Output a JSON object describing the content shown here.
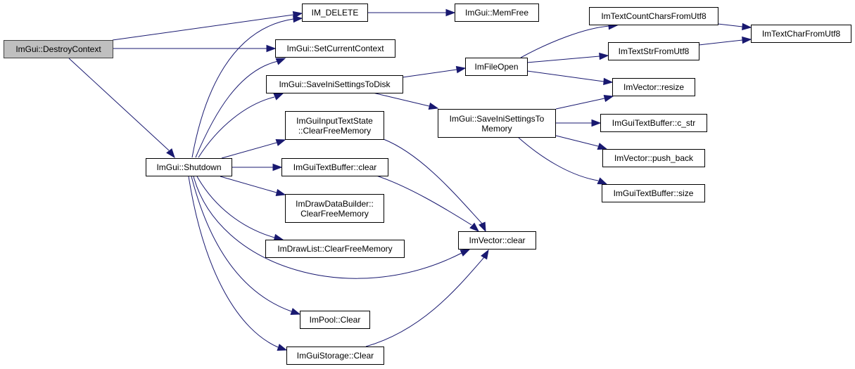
{
  "graph": {
    "title": "Call graph of ImGui::DestroyContext",
    "edge_color": "#191970",
    "root_fill": "#bfbfbf",
    "nodes": [
      {
        "id": "destroy_context",
        "label": "ImGui::DestroyContext",
        "root": true
      },
      {
        "id": "im_delete",
        "label": "IM_DELETE"
      },
      {
        "id": "memfree",
        "label": "ImGui::MemFree"
      },
      {
        "id": "set_current_context",
        "label": "ImGui::SetCurrentContext"
      },
      {
        "id": "save_ini_disk",
        "label": "ImGui::SaveIniSettingsToDisk"
      },
      {
        "id": "shutdown",
        "label": "ImGui::Shutdown"
      },
      {
        "id": "inputtext_clearfree",
        "label": "ImGuiInputTextState\n::ClearFreeMemory"
      },
      {
        "id": "textbuffer_clear",
        "label": "ImGuiTextBuffer::clear"
      },
      {
        "id": "drawdatabuilder_clearfree",
        "label": "ImDrawDataBuilder::\nClearFreeMemory"
      },
      {
        "id": "drawlist_clearfree",
        "label": "ImDrawList::ClearFreeMemory"
      },
      {
        "id": "impool_clear",
        "label": "ImPool::Clear"
      },
      {
        "id": "storage_clear",
        "label": "ImGuiStorage::Clear"
      },
      {
        "id": "imfileopen",
        "label": "ImFileOpen"
      },
      {
        "id": "save_ini_memory",
        "label": "ImGui::SaveIniSettingsTo\nMemory"
      },
      {
        "id": "vector_clear",
        "label": "ImVector::clear"
      },
      {
        "id": "count_chars_utf8",
        "label": "ImTextCountCharsFromUtf8"
      },
      {
        "id": "char_from_utf8",
        "label": "ImTextCharFromUtf8"
      },
      {
        "id": "str_from_utf8",
        "label": "ImTextStrFromUtf8"
      },
      {
        "id": "vector_resize",
        "label": "ImVector::resize"
      },
      {
        "id": "textbuffer_cstr",
        "label": "ImGuiTextBuffer::c_str"
      },
      {
        "id": "vector_push_back",
        "label": "ImVector::push_back"
      },
      {
        "id": "textbuffer_size",
        "label": "ImGuiTextBuffer::size"
      }
    ],
    "edges": [
      [
        "destroy_context",
        "im_delete"
      ],
      [
        "destroy_context",
        "set_current_context"
      ],
      [
        "destroy_context",
        "shutdown"
      ],
      [
        "im_delete",
        "memfree"
      ],
      [
        "shutdown",
        "im_delete"
      ],
      [
        "shutdown",
        "set_current_context"
      ],
      [
        "shutdown",
        "save_ini_disk"
      ],
      [
        "shutdown",
        "inputtext_clearfree"
      ],
      [
        "shutdown",
        "textbuffer_clear"
      ],
      [
        "shutdown",
        "drawdatabuilder_clearfree"
      ],
      [
        "shutdown",
        "drawlist_clearfree"
      ],
      [
        "shutdown",
        "vector_clear"
      ],
      [
        "shutdown",
        "impool_clear"
      ],
      [
        "shutdown",
        "storage_clear"
      ],
      [
        "save_ini_disk",
        "imfileopen"
      ],
      [
        "save_ini_disk",
        "save_ini_memory"
      ],
      [
        "inputtext_clearfree",
        "vector_clear"
      ],
      [
        "textbuffer_clear",
        "vector_clear"
      ],
      [
        "storage_clear",
        "vector_clear"
      ],
      [
        "imfileopen",
        "count_chars_utf8"
      ],
      [
        "imfileopen",
        "str_from_utf8"
      ],
      [
        "imfileopen",
        "vector_resize"
      ],
      [
        "count_chars_utf8",
        "char_from_utf8"
      ],
      [
        "str_from_utf8",
        "char_from_utf8"
      ],
      [
        "save_ini_memory",
        "vector_resize"
      ],
      [
        "save_ini_memory",
        "textbuffer_cstr"
      ],
      [
        "save_ini_memory",
        "vector_push_back"
      ],
      [
        "save_ini_memory",
        "textbuffer_size"
      ]
    ]
  }
}
